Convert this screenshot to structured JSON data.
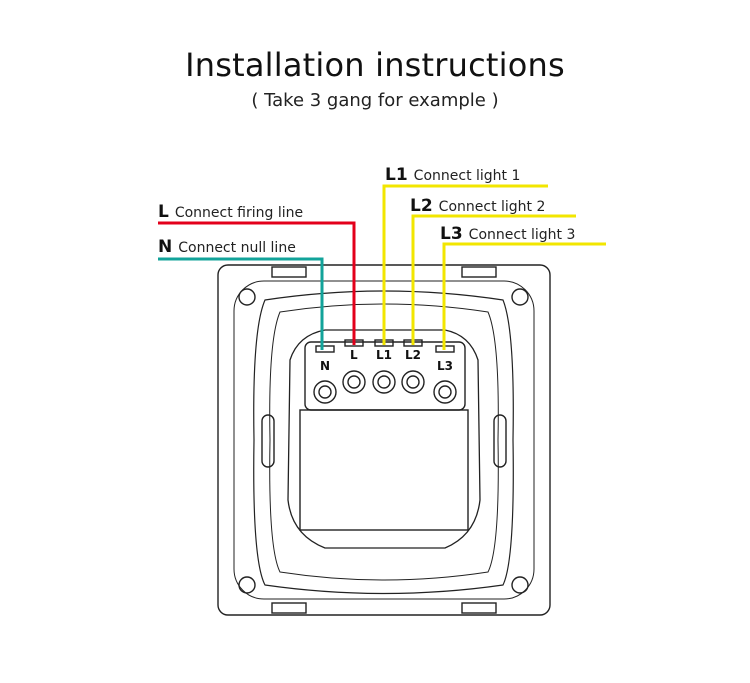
{
  "header": {
    "title": "Installation instructions",
    "subtitle": "( Take 3 gang for example )"
  },
  "wires": [
    {
      "code": "L1",
      "text": "Connect light 1",
      "color": "#f2e600"
    },
    {
      "code": "L2",
      "text": "Connect light 2",
      "color": "#f2e600"
    },
    {
      "code": "L3",
      "text": "Connect light 3",
      "color": "#f2e600"
    },
    {
      "code": "L",
      "text": "Connect firing line",
      "color": "#e3001b"
    },
    {
      "code": "N",
      "text": "Connect null line",
      "color": "#12a39a"
    }
  ],
  "terminals": [
    "N",
    "L",
    "L1",
    "L2",
    "L3"
  ]
}
